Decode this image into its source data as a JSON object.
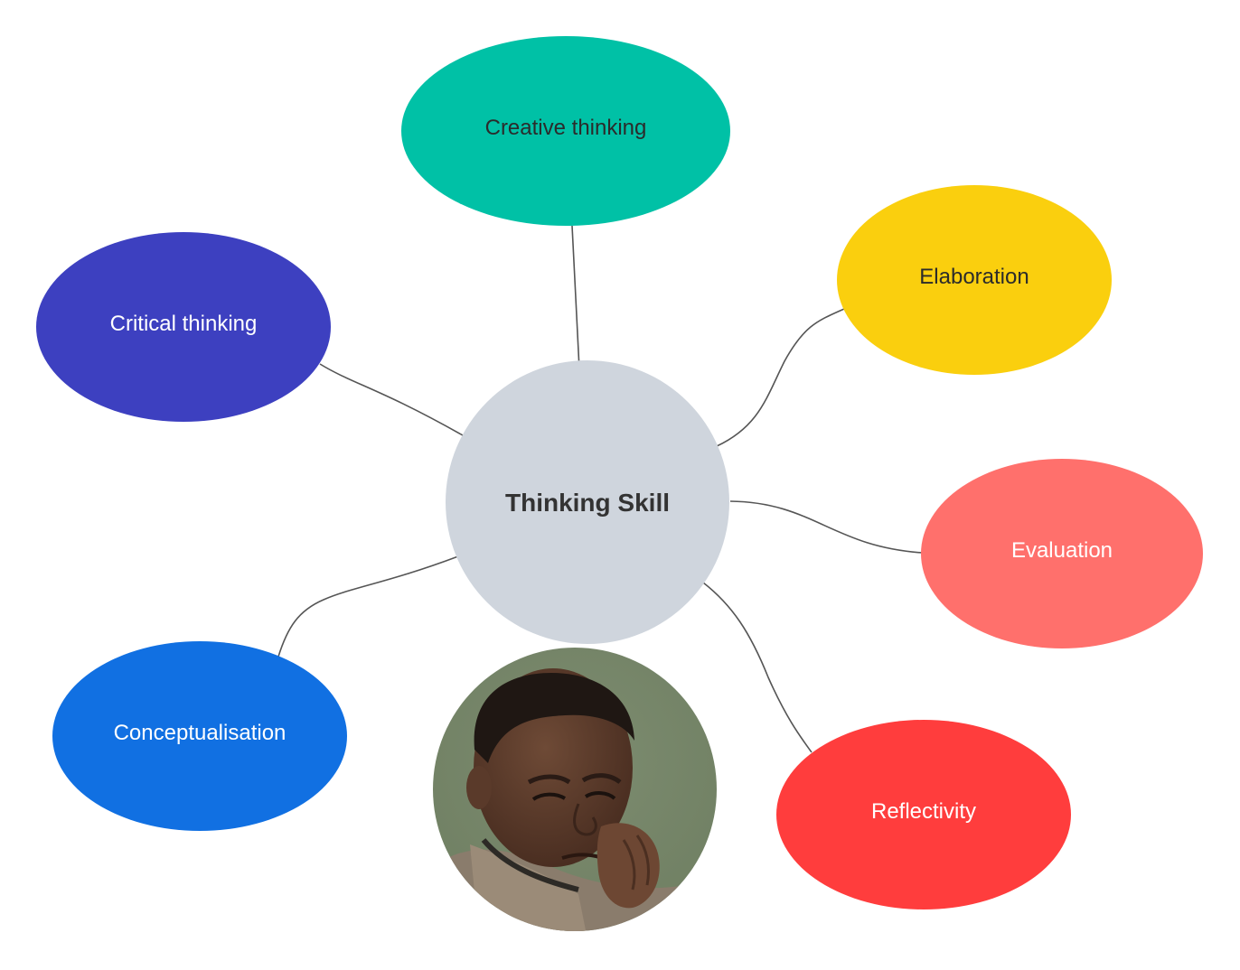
{
  "diagram": {
    "type": "mind-map",
    "center": {
      "label": "Thinking Skill",
      "color": "#cfd5dd",
      "text_color": "#333333"
    },
    "nodes": [
      {
        "id": "creative",
        "label": "Creative thinking",
        "color": "#00c1a6",
        "text_color": "#2b2b2b"
      },
      {
        "id": "elaboration",
        "label": "Elaboration",
        "color": "#facf0e",
        "text_color": "#2b2b2b"
      },
      {
        "id": "evaluation",
        "label": "Evaluation",
        "color": "#ff706c",
        "text_color": "#ffffff"
      },
      {
        "id": "reflectivity",
        "label": "Reflectivity",
        "color": "#ff3d3d",
        "text_color": "#ffffff"
      },
      {
        "id": "conceptualisation",
        "label": "Conceptualisation",
        "color": "#1170e2",
        "text_color": "#ffffff"
      },
      {
        "id": "critical",
        "label": "Critical thinking",
        "color": "#3d40c0",
        "text_color": "#ffffff"
      }
    ],
    "connector_color": "#555555",
    "photo": {
      "description_icon": "thinking-child-photo"
    }
  }
}
